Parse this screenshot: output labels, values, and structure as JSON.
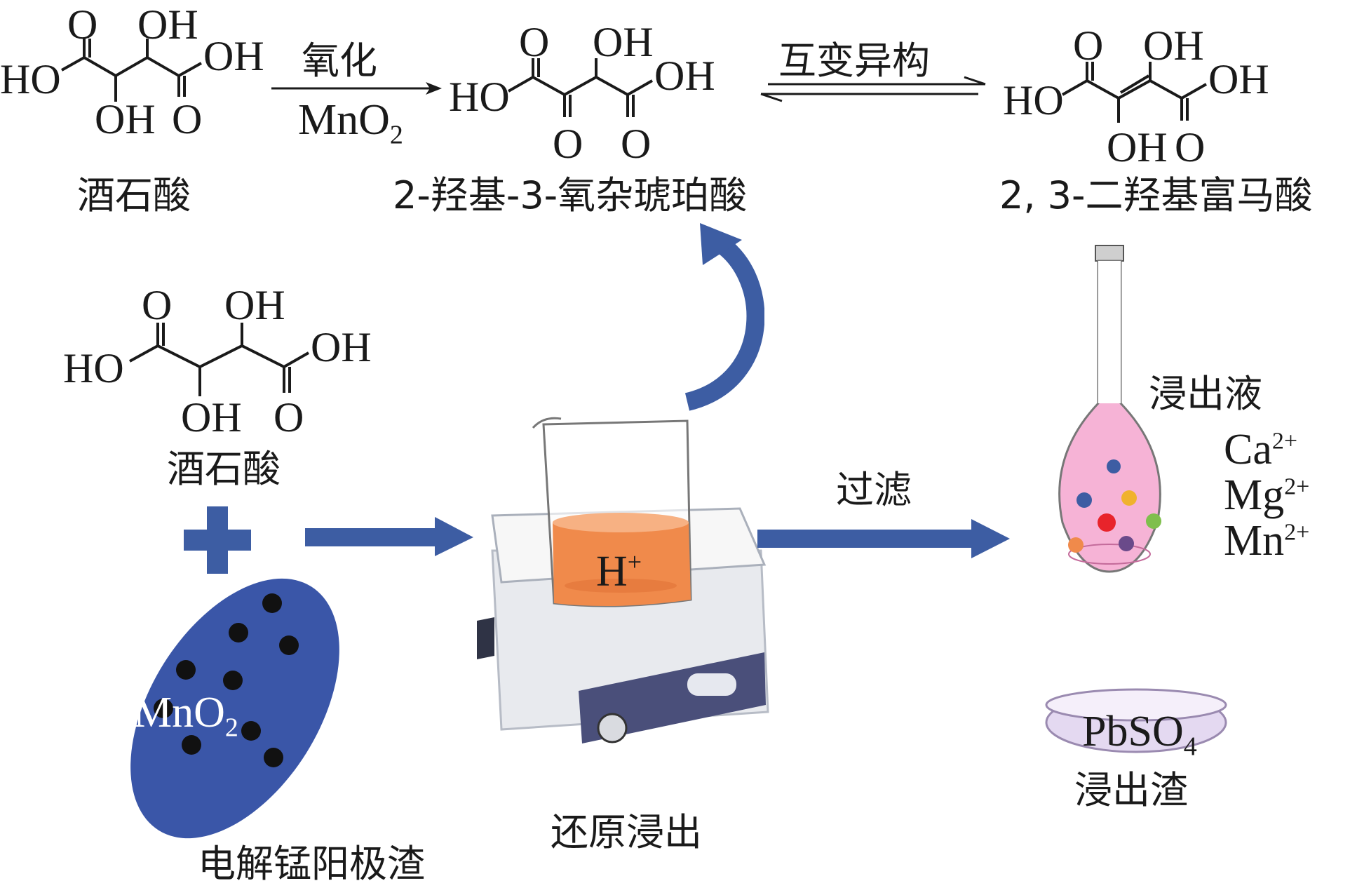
{
  "colors": {
    "arrow_blue": "#3d5da3",
    "ore_blue": "#3a56a8",
    "liquid_orange": "#f08a4b",
    "flask_pink": "#f4a6cf"
  },
  "molecule_atoms": {
    "O": "O",
    "OH": "OH",
    "HO": "HO"
  },
  "molecules": {
    "tartaric_top": "酒石酸",
    "keto_acid": "2-羟基-3-氧杂琥珀酸",
    "dihydroxyfumaric": "2, 3-二羟基富马酸",
    "tartaric_left": "酒石酸"
  },
  "reactions": {
    "oxidation_top": "氧化",
    "oxidation_bottom_main": "MnO",
    "oxidation_bottom_sub": "2",
    "tautomerism": "互变异构"
  },
  "process": {
    "plus_icon": "plus-icon",
    "ore_main": "MnO",
    "ore_sub": "2",
    "ore_label": "电解锰阳极渣",
    "beaker_ion_main": "H",
    "beaker_ion_sup": "+",
    "beaker_label": "还原浸出",
    "filter_label": "过滤",
    "leachate_label": "浸出液",
    "ions": [
      {
        "main": "Ca",
        "sup": "2+"
      },
      {
        "main": "Mg",
        "sup": "2+"
      },
      {
        "main": "Mn",
        "sup": "2+"
      }
    ],
    "residue_main": "PbSO",
    "residue_sub": "4",
    "residue_label": "浸出渣"
  }
}
